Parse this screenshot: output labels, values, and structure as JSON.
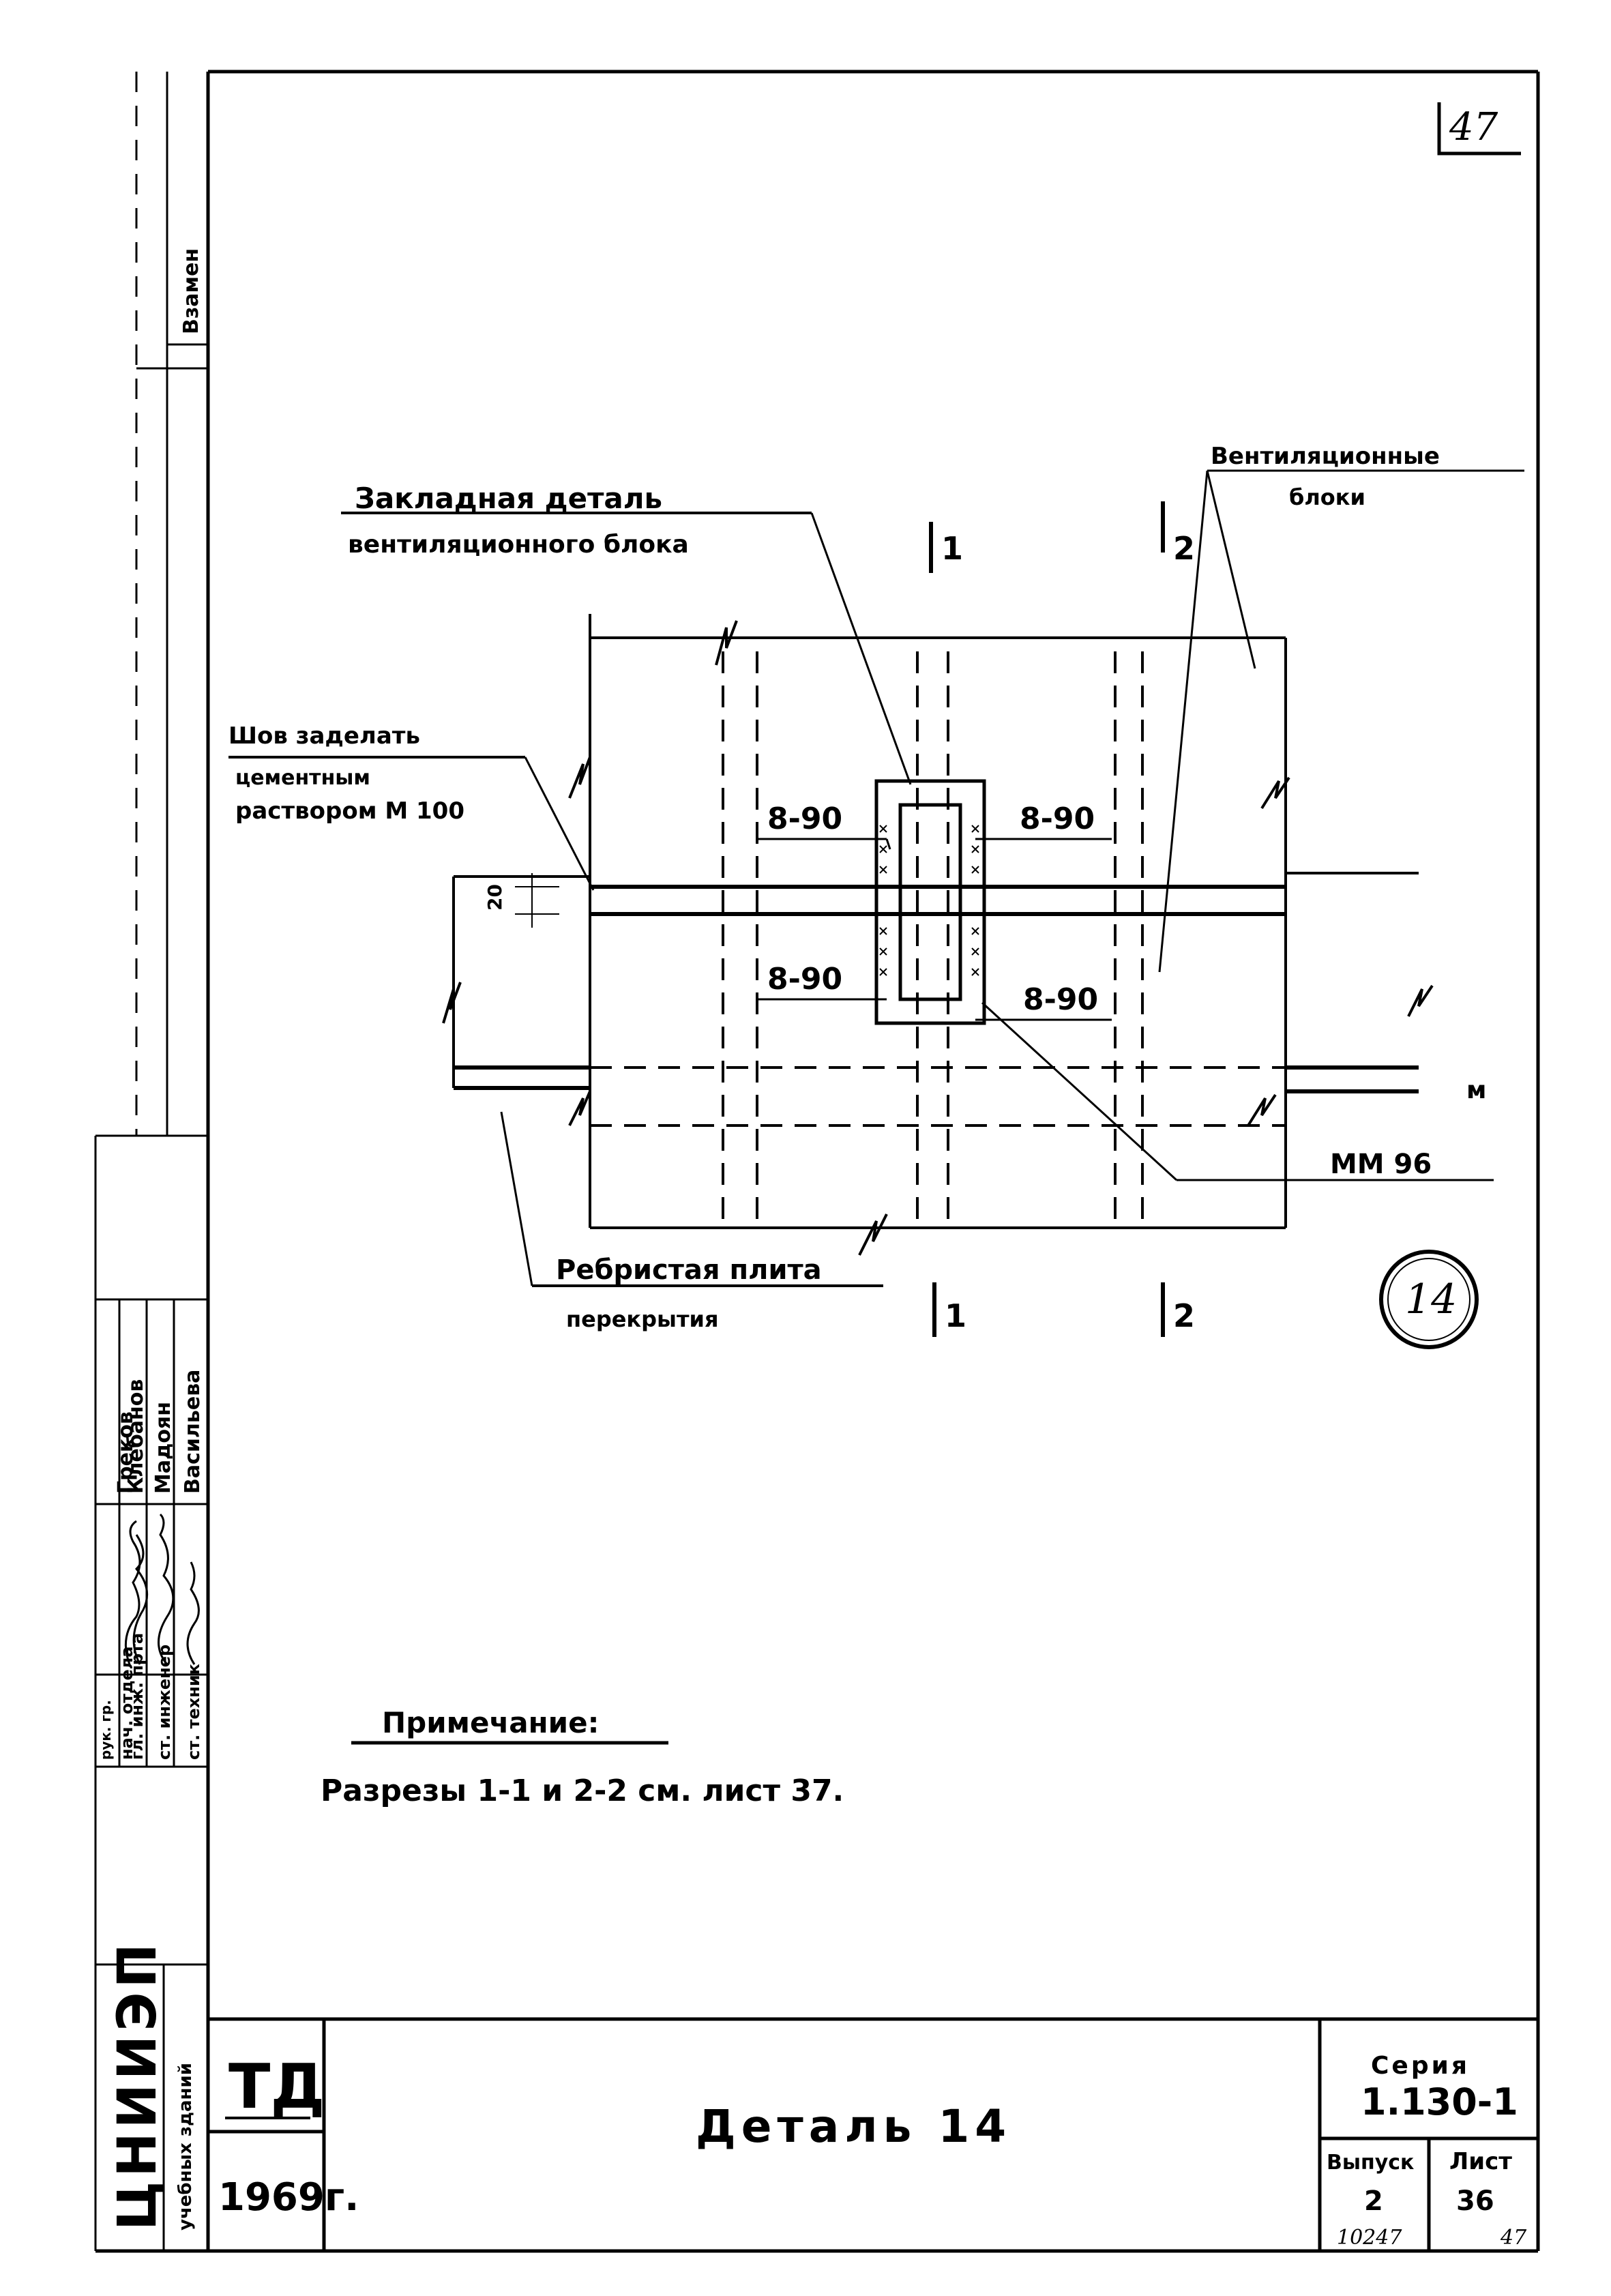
{
  "sheet": {
    "page_number": "47",
    "corner_note_left": "10247",
    "corner_note_right": "47",
    "detail_mark": "14"
  },
  "side_stamp": {
    "vzamen": "Взамен",
    "org_name": "ЦНИИЭП",
    "org_subtitle": "учебных зданий",
    "rows": [
      {
        "position": "нач. отдела",
        "name": "Греков"
      },
      {
        "position": "гл. инж. прта",
        "name": "Клебанов"
      },
      {
        "position": "ст. инженер",
        "name": "Мадоян"
      },
      {
        "position": "ст. техник",
        "name": "Васильева"
      }
    ],
    "top_fragment": "рук. гр."
  },
  "callouts": {
    "embedded_part_line1": "Закладная деталь",
    "embedded_part_line2": "вентиляционного блока",
    "vent_blocks_line1": "Вентиляционные",
    "vent_blocks_line2": "блоки",
    "seam_line1": "Шов заделать",
    "seam_line2": "цементным",
    "seam_line3": "раствором М 100",
    "slab_line1": "Ребристая плита",
    "slab_line2": "перекрытия",
    "weld_1": "8-90",
    "weld_2": "8-90",
    "weld_3": "8-90",
    "weld_4": "8-90",
    "dimension_20": "20",
    "mm_ref": "ММ 96",
    "mm_mark": "м"
  },
  "section_marks": {
    "top_1": "1",
    "top_2": "2",
    "bottom_1": "1",
    "bottom_2": "2"
  },
  "note": {
    "title": "Примечание:",
    "text": "Разрезы 1-1 и 2-2 см. лист 37."
  },
  "title_block": {
    "td": "ТД",
    "year": "1969г.",
    "title": "Деталь 14",
    "series_label": "Серия",
    "series_value": "1.130-1",
    "issue_label": "Выпуск",
    "issue_value": "2",
    "sheet_label": "Лист",
    "sheet_value": "36"
  }
}
